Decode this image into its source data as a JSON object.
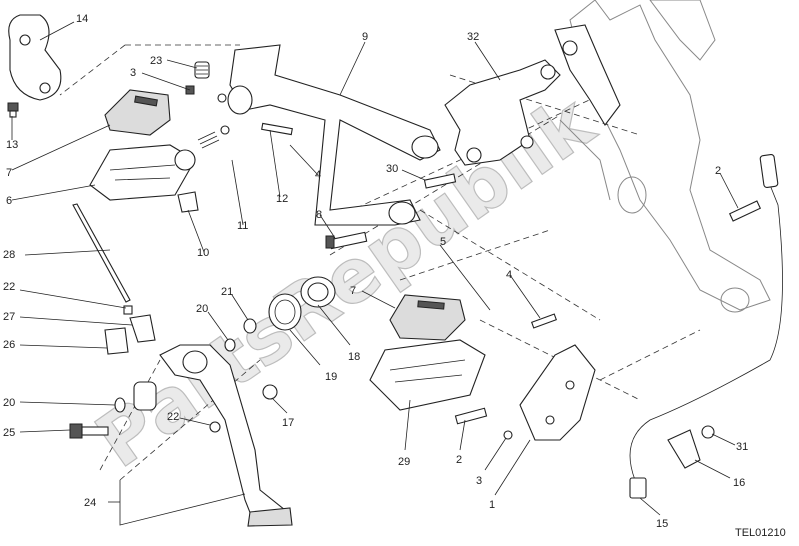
{
  "drawing_code": "TEL01210",
  "watermark_text": "PartsRepublik",
  "callouts": {
    "c1": "1",
    "c2a": "2",
    "c2b": "2",
    "c3a": "3",
    "c3b": "3",
    "c4a": "4",
    "c4b": "4",
    "c5": "5",
    "c6": "6",
    "c7a": "7",
    "c7b": "7",
    "c8": "8",
    "c9": "9",
    "c10": "10",
    "c11": "11",
    "c12": "12",
    "c13": "13",
    "c14": "14",
    "c15": "15",
    "c16": "16",
    "c17": "17",
    "c18": "18",
    "c19": "19",
    "c20a": "20",
    "c20b": "20",
    "c21": "21",
    "c22a": "22",
    "c22b": "22",
    "c23": "23",
    "c24": "24",
    "c25": "25",
    "c26": "26",
    "c27": "27",
    "c28": "28",
    "c29": "29",
    "c30": "30",
    "c31": "31",
    "c32": "32"
  }
}
